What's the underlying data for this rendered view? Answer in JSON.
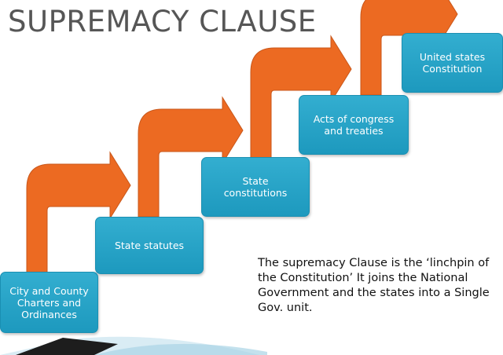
{
  "title": "SUPREMACY CLAUSE",
  "steps": [
    {
      "label": "City and County\nCharters and\nOrdinances"
    },
    {
      "label": "State statutes"
    },
    {
      "label": "State\nconstitutions"
    },
    {
      "label": "Acts of congress\nand treaties"
    },
    {
      "label": "United states\nConstitution"
    }
  ],
  "note": "The supremacy Clause is the ‘linchpin of the Constitution’ It joins the National Government and the states into a Single Gov. unit.",
  "colors": {
    "arrow": "#ec6a22",
    "box": "#2aa6c9",
    "title": "#565656"
  }
}
